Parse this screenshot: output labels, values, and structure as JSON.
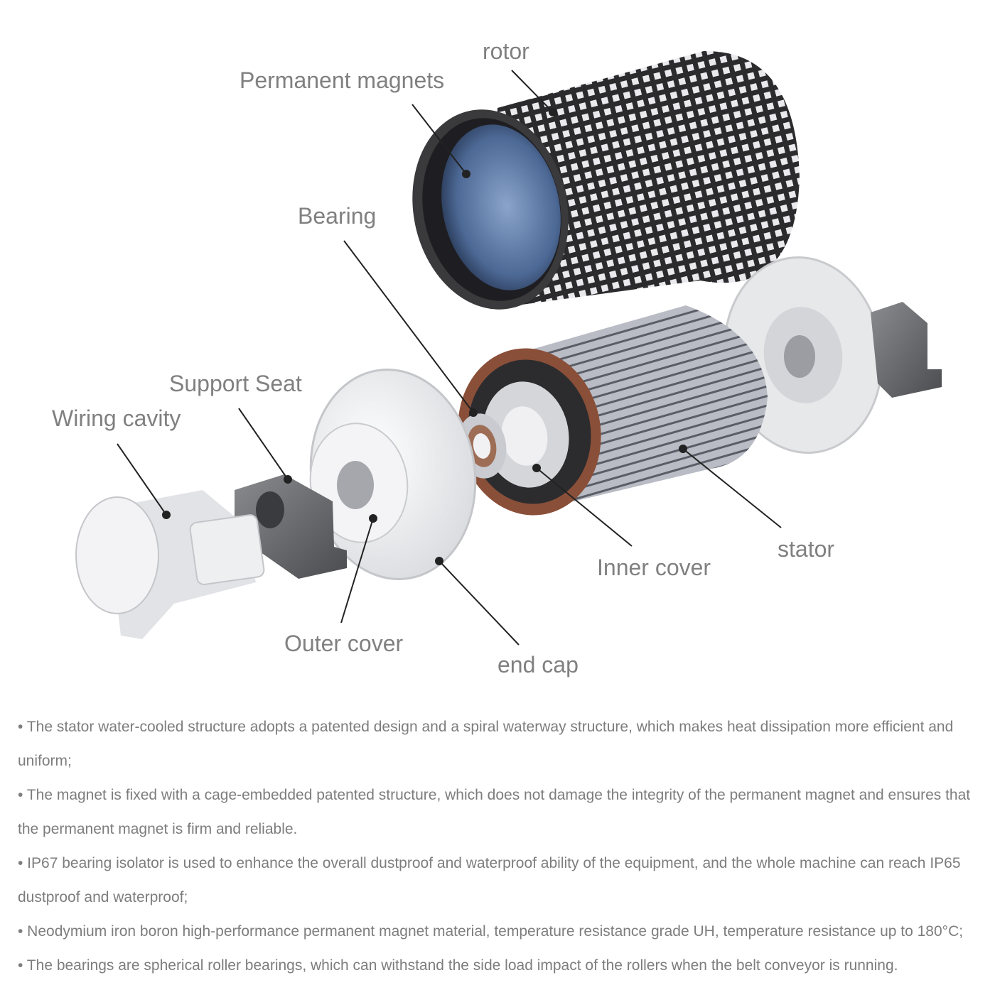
{
  "diagram": {
    "labels": {
      "rotor": "rotor",
      "permanent_magnets": "Permanent magnets",
      "bearing": "Bearing",
      "support_seat": "Support Seat",
      "wiring_cavity": "Wiring cavity",
      "inner_cover": "Inner cover",
      "stator": "stator",
      "outer_cover": "Outer cover",
      "end_cap": "end cap"
    }
  },
  "notes": [
    "• The stator water-cooled structure adopts a patented design and a spiral waterway structure, which makes heat dissipation more efficient and uniform;",
    "• The magnet is fixed with a cage-embedded patented structure, which does not damage the integrity of the permanent magnet and ensures that the permanent magnet is firm and reliable.",
    "• IP67 bearing isolator is used to enhance the overall dustproof and waterproof ability of the equipment, and the whole machine can reach IP65 dustproof and waterproof;",
    "• Neodymium iron boron high-performance permanent magnet material, temperature resistance grade UH, temperature resistance up to 180°C;",
    "• The bearings are spherical roller bearings, which can withstand the side load impact of the rollers when the belt conveyor is running."
  ]
}
